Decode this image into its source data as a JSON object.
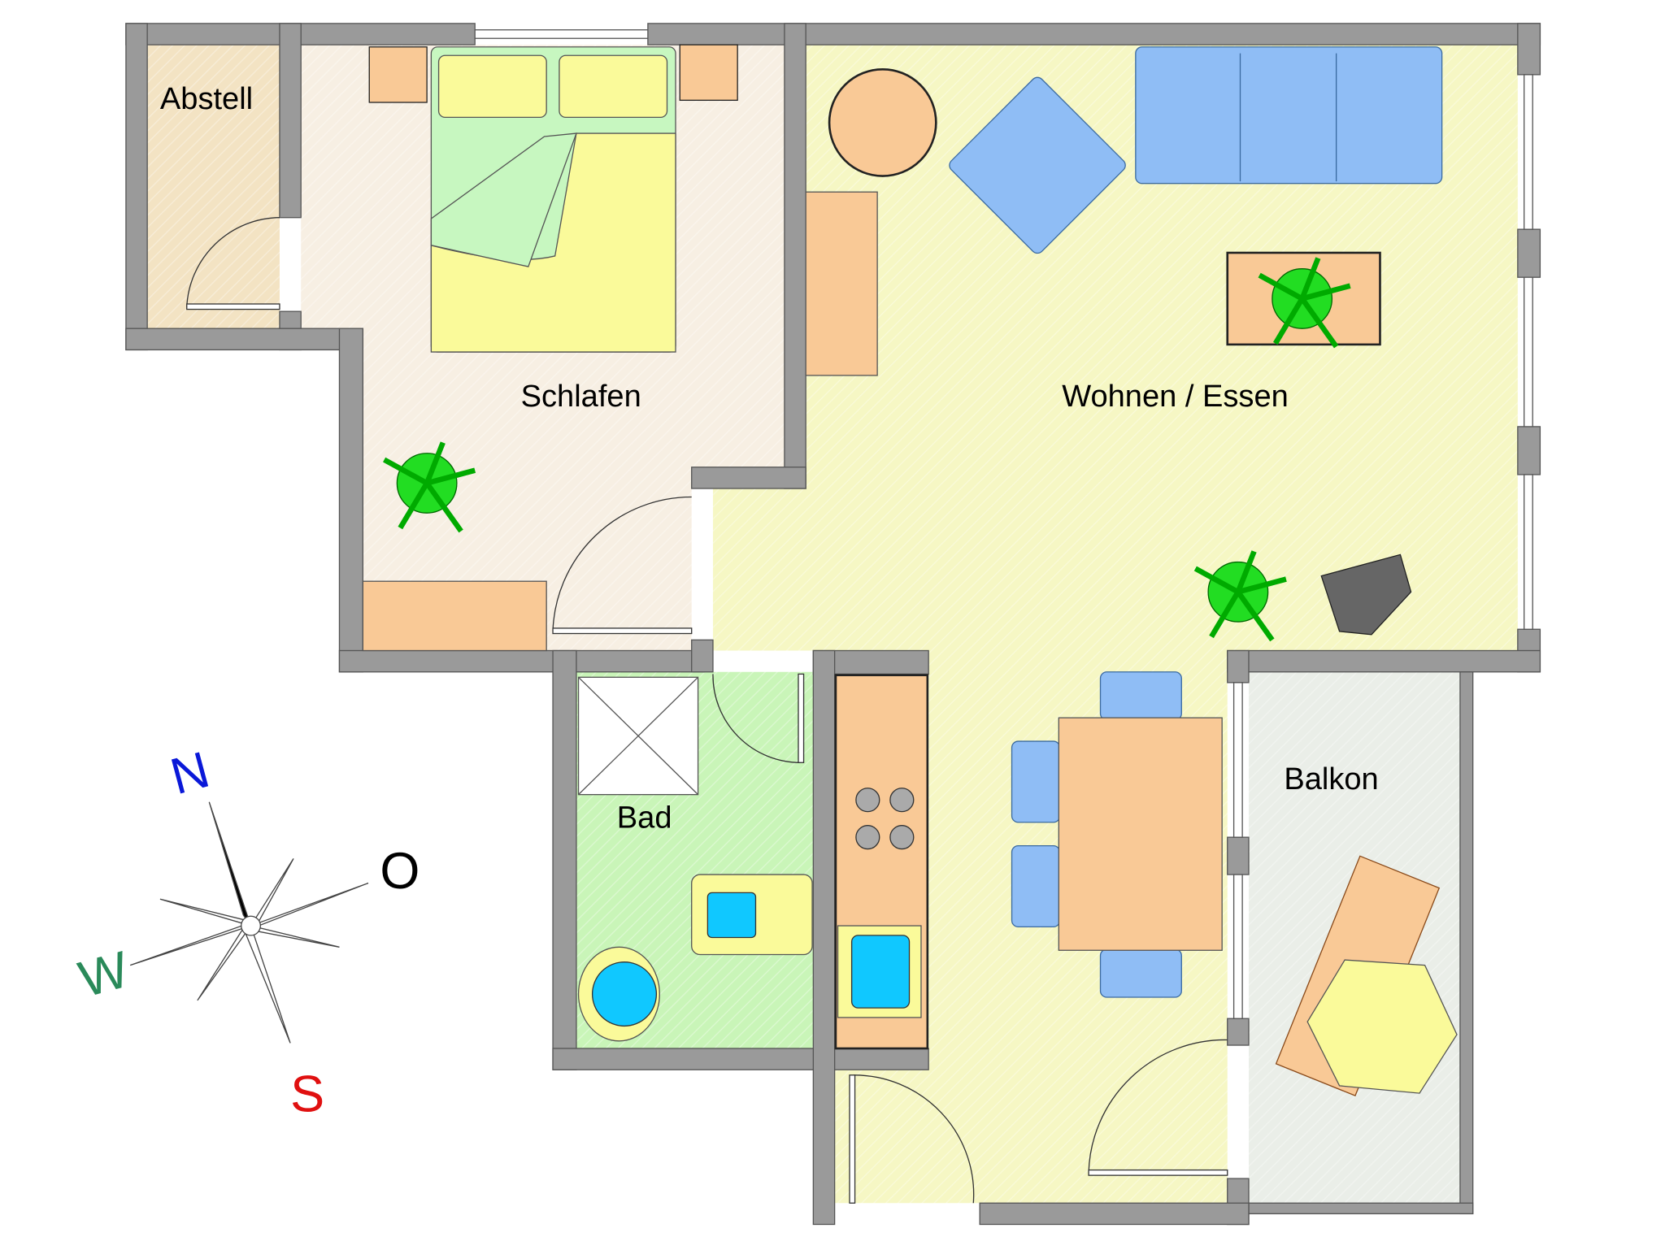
{
  "rooms": {
    "abstell": "Abstell",
    "schlafen": "Schlafen",
    "wohnen": "Wohnen / Essen",
    "bad": "Bad",
    "balkon": "Balkon"
  },
  "compass": {
    "north": "N",
    "east": "O",
    "south": "S",
    "west": "W"
  },
  "colors": {
    "wall": "#9a9a9a",
    "abstell_floor": "#f3e3c3",
    "schlafen_floor": "#f7efe3",
    "wohnen_floor": "#f6f7c4",
    "bad_floor": "#c9f5b8",
    "balkon_floor": "#eaeee8",
    "north": "#0a18d8",
    "east": "#000000",
    "south": "#e01010",
    "west": "#2a8a5a"
  }
}
